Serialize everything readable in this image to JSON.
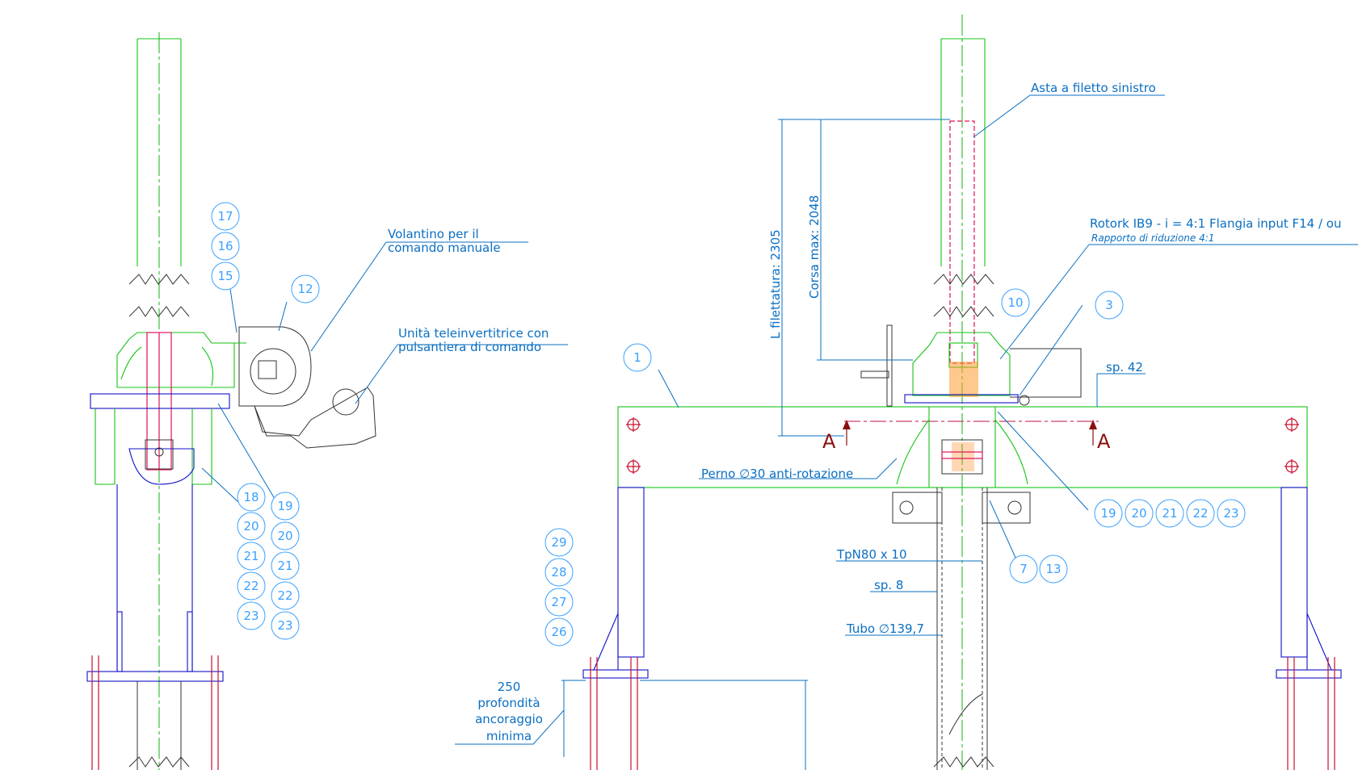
{
  "labels": {
    "asta": "Asta a filetto sinistro",
    "rotork": "Rotork IB9 - i = 4:1 Flangia input F14 / ou",
    "rapporto": "Rapporto di riduzione 4:1",
    "volantino_1": "Volantino per il",
    "volantino_2": "comando manuale",
    "unita_1": "Unità teleinvertitrice con",
    "unita_2": "pulsantiera di comando",
    "perno": "Perno ∅30 anti-rotazione",
    "tpn": "TpN80 x 10",
    "sp8": "sp. 8",
    "tubo": "Tubo ∅139,7",
    "sp42": "sp. 42",
    "profondita_1": "250",
    "profondita_2": "profondità",
    "profondita_3": "ancoraggio",
    "profondita_4": "minima"
  },
  "dimensions": {
    "l_filettatura": "L filettatura: 2305",
    "corsa": "Corsa max: 2048"
  },
  "section": {
    "left": "A",
    "right": "A"
  },
  "balloons": {
    "b17": "17",
    "b16": "16",
    "b15": "15",
    "b12": "12",
    "b18": "18",
    "b20a": "20",
    "b21a": "21",
    "b22a": "22",
    "b23a": "23",
    "b19a": "19",
    "b20b": "20",
    "b21b": "21",
    "b22b": "22",
    "b23b": "23",
    "b1": "1",
    "b10": "10",
    "b3": "3",
    "b19c": "19",
    "b20c": "20",
    "b21c": "21",
    "b22c": "22",
    "b23c": "23",
    "b7": "7",
    "b13": "13",
    "b29": "29",
    "b28": "28",
    "b27": "27",
    "b26": "26"
  },
  "colors": {
    "structure": "#14c414",
    "frame": "#1010c8",
    "annotation": "#0a6fc2",
    "thread": "#e0105a",
    "section_mark": "#8a1010"
  }
}
